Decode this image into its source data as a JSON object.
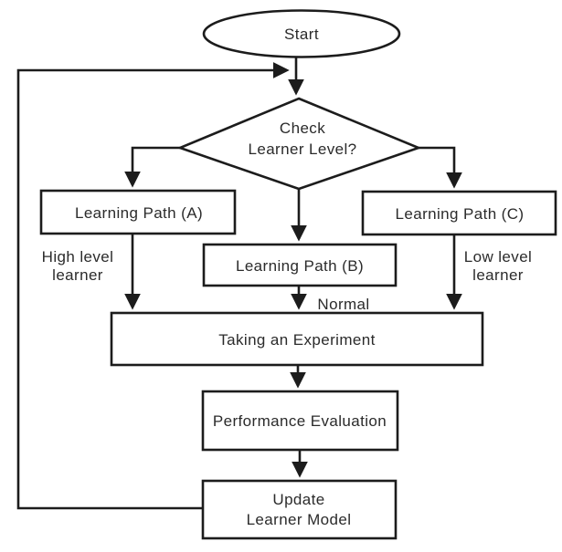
{
  "colors": {
    "line": "#1c1c1c",
    "node_fill": "#ffffff",
    "text": "#2b2b2b",
    "background": "#ffffff"
  },
  "nodes": {
    "start": {
      "type": "terminator",
      "label": "Start"
    },
    "check_learner_level": {
      "type": "decision",
      "line1": "Check",
      "line2": "Learner Level?"
    },
    "learning_path_a": {
      "type": "process",
      "label": "Learning Path (A)"
    },
    "learning_path_b": {
      "type": "process",
      "label": "Learning Path (B)"
    },
    "learning_path_c": {
      "type": "process",
      "label": "Learning Path (C)"
    },
    "taking_an_experiment": {
      "type": "process",
      "label": "Taking an Experiment"
    },
    "performance_evaluation": {
      "type": "process",
      "label": "Performance Evaluation"
    },
    "update_learner_model": {
      "type": "process",
      "line1": "Update",
      "line2": "Learner Model"
    }
  },
  "edge_labels": {
    "high_level": {
      "line1": "High level",
      "line2": "learner"
    },
    "normal": {
      "label": "Normal"
    },
    "low_level": {
      "line1": "Low level",
      "line2": "learner"
    }
  }
}
